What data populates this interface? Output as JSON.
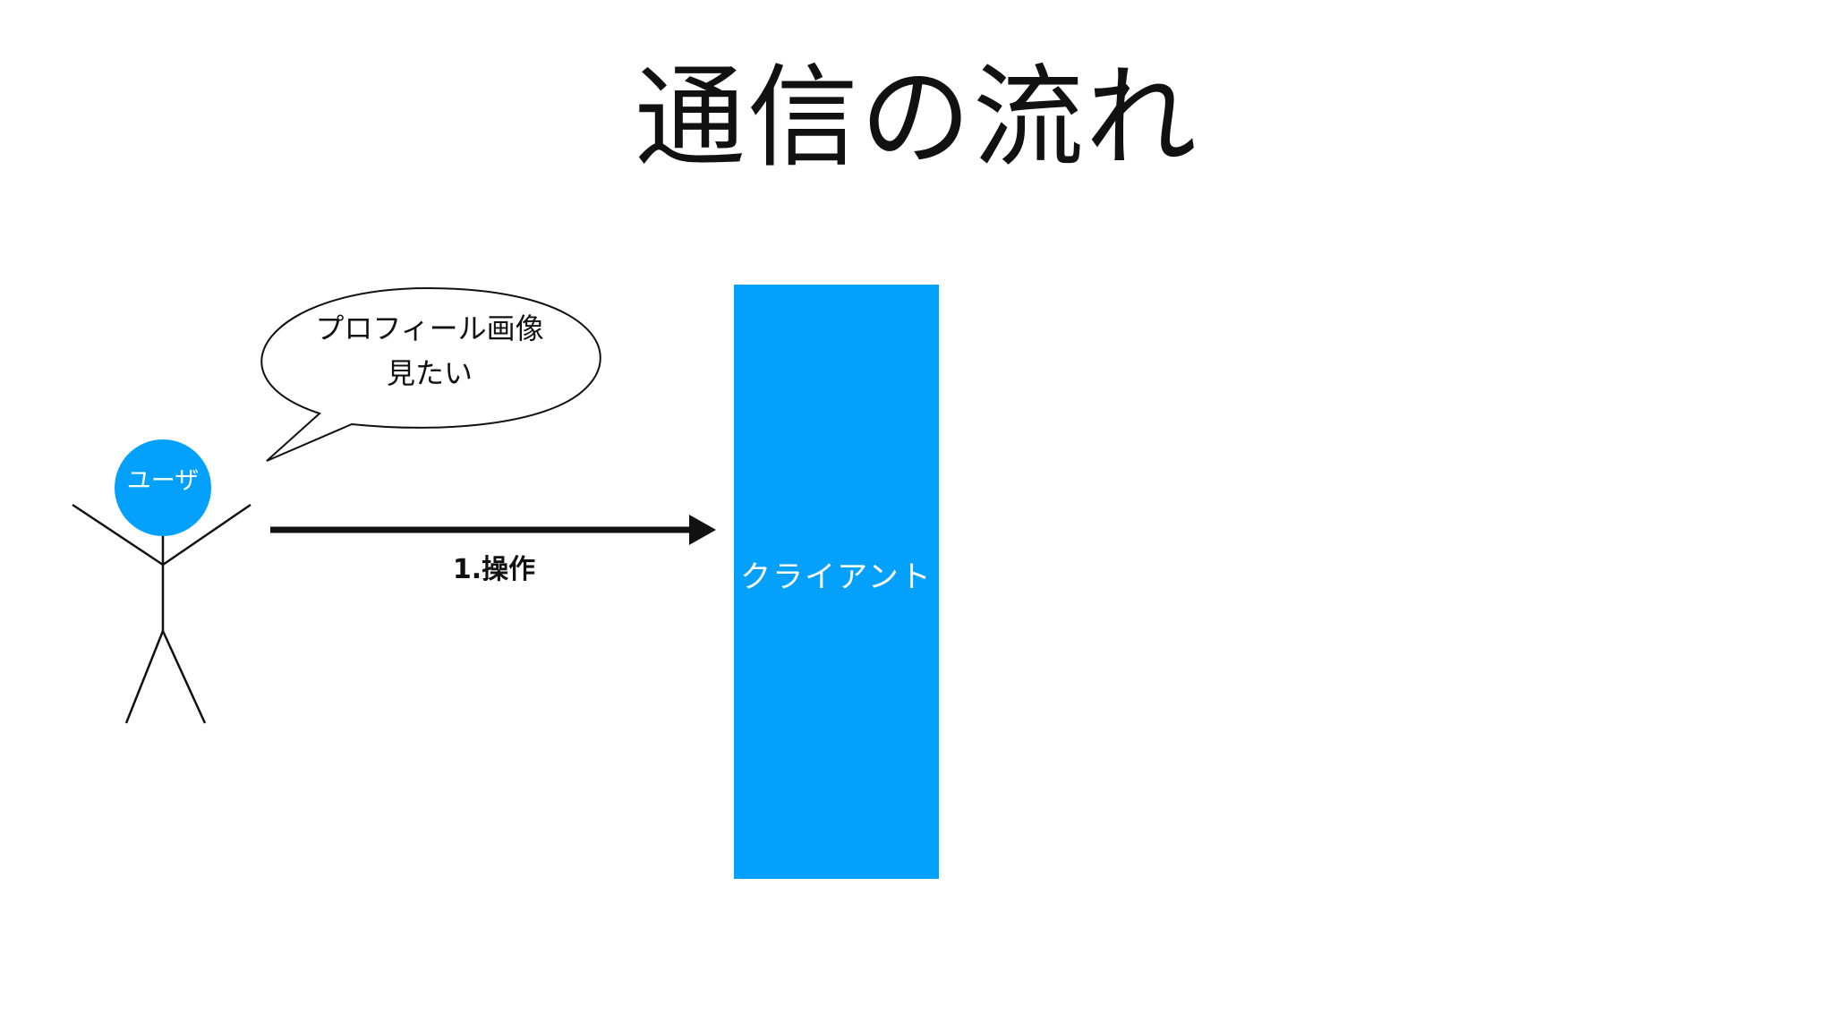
{
  "slide": {
    "title": "通信の流れ"
  },
  "user": {
    "label": "ユーザ",
    "color": "#04a1fc"
  },
  "speech_bubble": {
    "line1": "プロフィール画像",
    "line2": "見たい"
  },
  "arrow": {
    "label": "1.操作"
  },
  "client": {
    "label": "クライアント",
    "color": "#04a1fc"
  }
}
